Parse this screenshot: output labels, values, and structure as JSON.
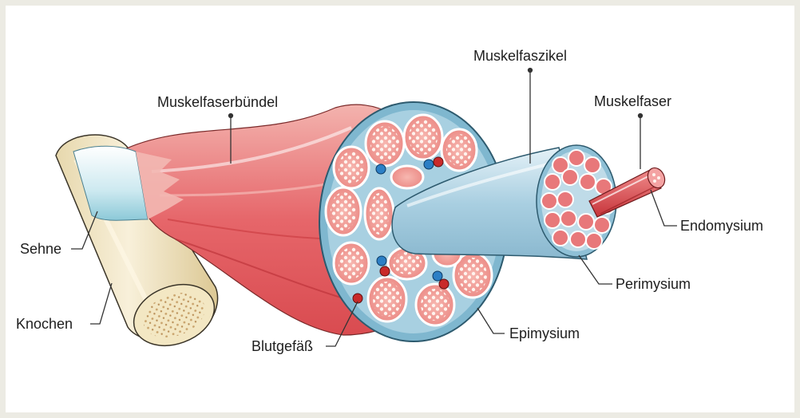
{
  "colors": {
    "background": "#ecebe3",
    "panel": "#ffffff",
    "muscle_red": "#e2585a",
    "tendon_blue": "#a9d7e3",
    "bone": "#efe4c2",
    "sheath_blue": "#bfdbe8",
    "vein_blue": "#2c7fc5",
    "artery_red": "#c92a2a",
    "leader_line": "#333333"
  },
  "labels": {
    "muskelfaserbuendel": "Muskelfaserbündel",
    "muskelfaszikel": "Muskelfaszikel",
    "muskelfaser": "Muskelfaser",
    "sehne": "Sehne",
    "knochen": "Knochen",
    "blutgefaess": "Blutgefäß",
    "epimysium": "Epimysium",
    "perimysium": "Perimysium",
    "endomysium": "Endomysium"
  }
}
